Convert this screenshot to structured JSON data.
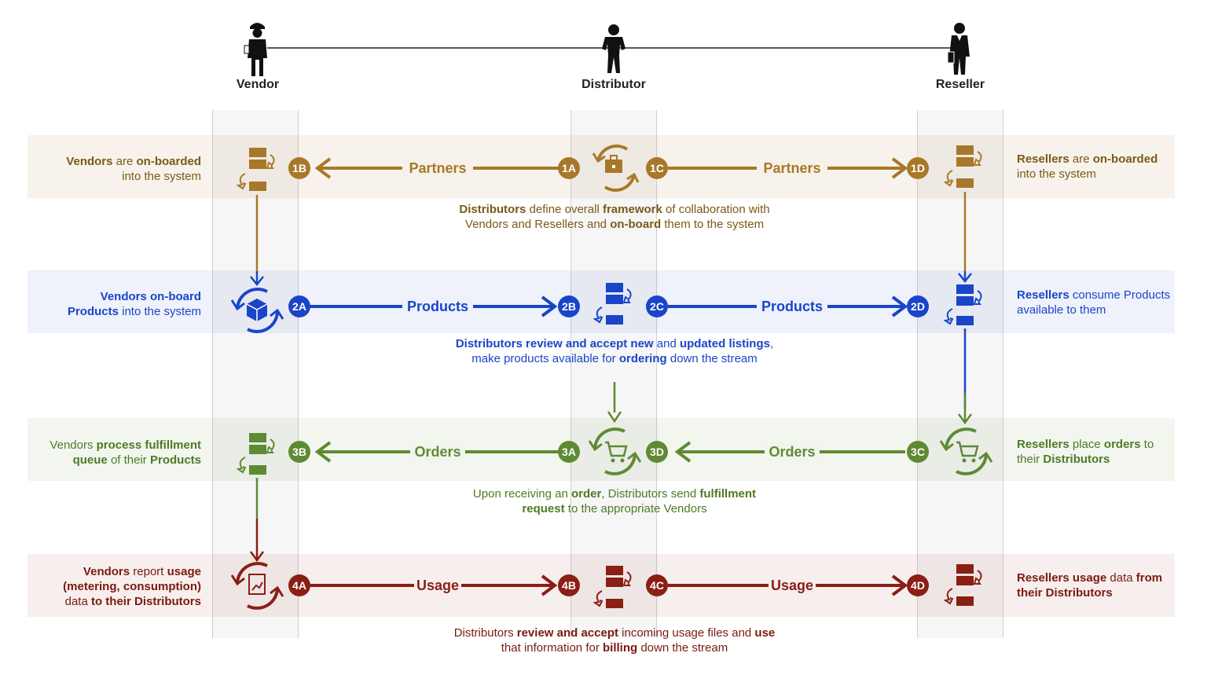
{
  "actors": [
    {
      "label": "Vendor",
      "icon": "worker-icon"
    },
    {
      "label": "Distributor",
      "icon": "person-icon"
    },
    {
      "label": "Reseller",
      "icon": "businessman-icon"
    }
  ],
  "colors": {
    "row1": "#a8782a",
    "row2": "#1a45c8",
    "row3": "#5f8a34",
    "row4": "#8a1f14",
    "row1_text": "#7a5a16",
    "row2_text": "#1a45c8",
    "row3_text": "#4e7a26",
    "row4_text": "#7a1a10"
  },
  "rows": [
    {
      "left_html_parts": [
        [
          "b",
          "Vendors"
        ],
        [
          "t",
          " are "
        ],
        [
          "b",
          "on-boarded"
        ],
        [
          "br",
          ""
        ],
        [
          "t",
          "into the system"
        ]
      ],
      "right_html_parts": [
        [
          "b",
          "Resellers"
        ],
        [
          "t",
          " are "
        ],
        [
          "b",
          "on-boarded"
        ],
        [
          "br",
          ""
        ],
        [
          "t",
          "into the system"
        ]
      ],
      "desc_parts": [
        [
          "b",
          "Distributors"
        ],
        [
          "t",
          " define overall "
        ],
        [
          "b",
          "framework"
        ],
        [
          "t",
          " of collaboration with Vendors and Resellers and "
        ],
        [
          "b",
          "on-board"
        ],
        [
          "t",
          " them to the system"
        ]
      ],
      "badges": [
        "1B",
        "1A",
        "1C",
        "1D"
      ],
      "labels": [
        "Partners",
        "Partners"
      ]
    },
    {
      "left_html_parts": [
        [
          "b",
          "Vendors on-board"
        ],
        [
          "br",
          ""
        ],
        [
          "b",
          "Products"
        ],
        [
          "t",
          " into the system"
        ]
      ],
      "right_html_parts": [
        [
          "b",
          "Resellers"
        ],
        [
          "t",
          " consume Products available to them"
        ]
      ],
      "desc_parts": [
        [
          "b",
          "Distributors review and accept new"
        ],
        [
          "t",
          " and "
        ],
        [
          "b",
          "updated listings"
        ],
        [
          "t",
          ", make products available for "
        ],
        [
          "b",
          "ordering"
        ],
        [
          "t",
          " down the stream"
        ]
      ],
      "badges": [
        "2A",
        "2B",
        "2C",
        "2D"
      ],
      "labels": [
        "Products",
        "Products"
      ]
    },
    {
      "left_html_parts": [
        [
          "t",
          "Vendors "
        ],
        [
          "b",
          "process fulfillment"
        ],
        [
          "br",
          ""
        ],
        [
          "b",
          "queue"
        ],
        [
          "t",
          " of their "
        ],
        [
          "b",
          "Products"
        ]
      ],
      "right_html_parts": [
        [
          "b",
          "Resellers"
        ],
        [
          "t",
          " place "
        ],
        [
          "b",
          "orders"
        ],
        [
          "t",
          " to their "
        ],
        [
          "b",
          "Distributors"
        ]
      ],
      "desc_parts": [
        [
          "t",
          "Upon receiving an "
        ],
        [
          "b",
          "order"
        ],
        [
          "t",
          ", Distributors send "
        ],
        [
          "b",
          "fulfillment request"
        ],
        [
          "t",
          " to the appropriate Vendors"
        ]
      ],
      "badges": [
        "3B",
        "3A",
        "3D",
        "3C"
      ],
      "labels": [
        "Orders",
        "Orders"
      ]
    },
    {
      "left_html_parts": [
        [
          "b",
          "Vendors"
        ],
        [
          "t",
          " report "
        ],
        [
          "b",
          "usage"
        ],
        [
          "br",
          ""
        ],
        [
          "b",
          "(metering, consumption)"
        ],
        [
          "br",
          ""
        ],
        [
          "t",
          "data "
        ],
        [
          "b",
          "to their Distributors"
        ]
      ],
      "right_html_parts": [
        [
          "b",
          "Resellers usage"
        ],
        [
          "t",
          " data "
        ],
        [
          "b",
          "from their Distributors"
        ]
      ],
      "desc_parts": [
        [
          "t",
          "Distributors "
        ],
        [
          "b",
          "review and accept"
        ],
        [
          "t",
          " incoming usage files and "
        ],
        [
          "b",
          "use"
        ],
        [
          "t",
          " that information for "
        ],
        [
          "b",
          "billing"
        ],
        [
          "t",
          " down the stream"
        ]
      ],
      "badges": [
        "4A",
        "4B",
        "4C",
        "4D"
      ],
      "labels": [
        "Usage",
        "Usage"
      ]
    }
  ]
}
